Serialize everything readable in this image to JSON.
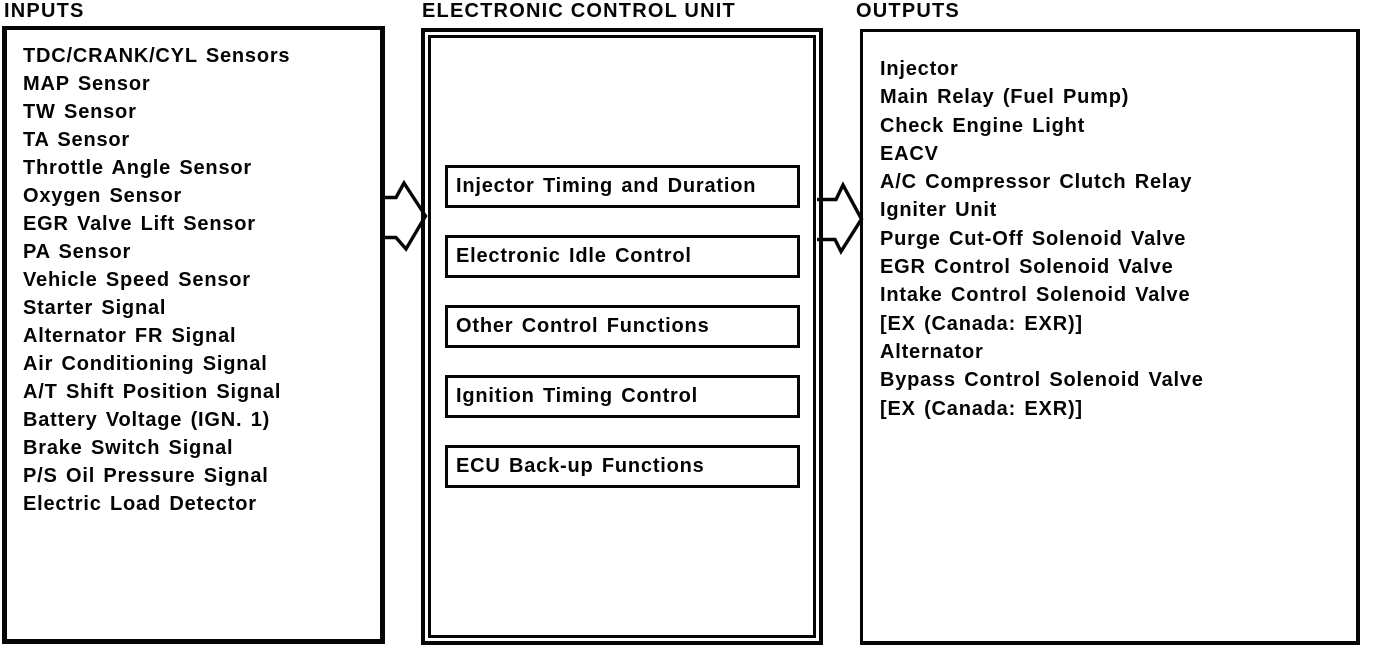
{
  "palette": {
    "background": "#ffffff",
    "ink": "#060606"
  },
  "inputs": {
    "title": "INPUTS",
    "items": [
      "TDC/CRANK/CYL Sensors",
      "MAP Sensor",
      "TW Sensor",
      "TA Sensor",
      "Throttle Angle Sensor",
      "Oxygen Sensor",
      "EGR Valve Lift Sensor",
      "PA Sensor",
      "Vehicle Speed Sensor",
      "Starter Signal",
      "Alternator FR Signal",
      "Air Conditioning Signal",
      "A/T Shift Position Signal",
      "Battery Voltage (IGN. 1)",
      "Brake Switch Signal",
      "P/S Oil Pressure Signal",
      "Electric Load Detector"
    ]
  },
  "ecu": {
    "title": "ELECTRONIC CONTROL UNIT",
    "functions": [
      "Injector Timing and Duration",
      "Electronic Idle Control",
      "Other Control Functions",
      "Ignition Timing Control",
      "ECU Back-up Functions"
    ]
  },
  "outputs": {
    "title": "OUTPUTS",
    "items": [
      "Injector",
      "Main Relay (Fuel Pump)",
      "Check Engine Light",
      "EACV",
      "A/C Compressor Clutch Relay",
      "Igniter Unit",
      "Purge Cut-Off Solenoid Valve",
      "EGR Control Solenoid Valve",
      "Intake Control Solenoid Valve",
      "[EX (Canada: EXR)]",
      "Alternator",
      "Bypass Control Solenoid Valve",
      "[EX (Canada: EXR)]"
    ]
  },
  "arrows": [
    {
      "name": "inputs-to-ecu"
    },
    {
      "name": "ecu-to-outputs"
    }
  ]
}
